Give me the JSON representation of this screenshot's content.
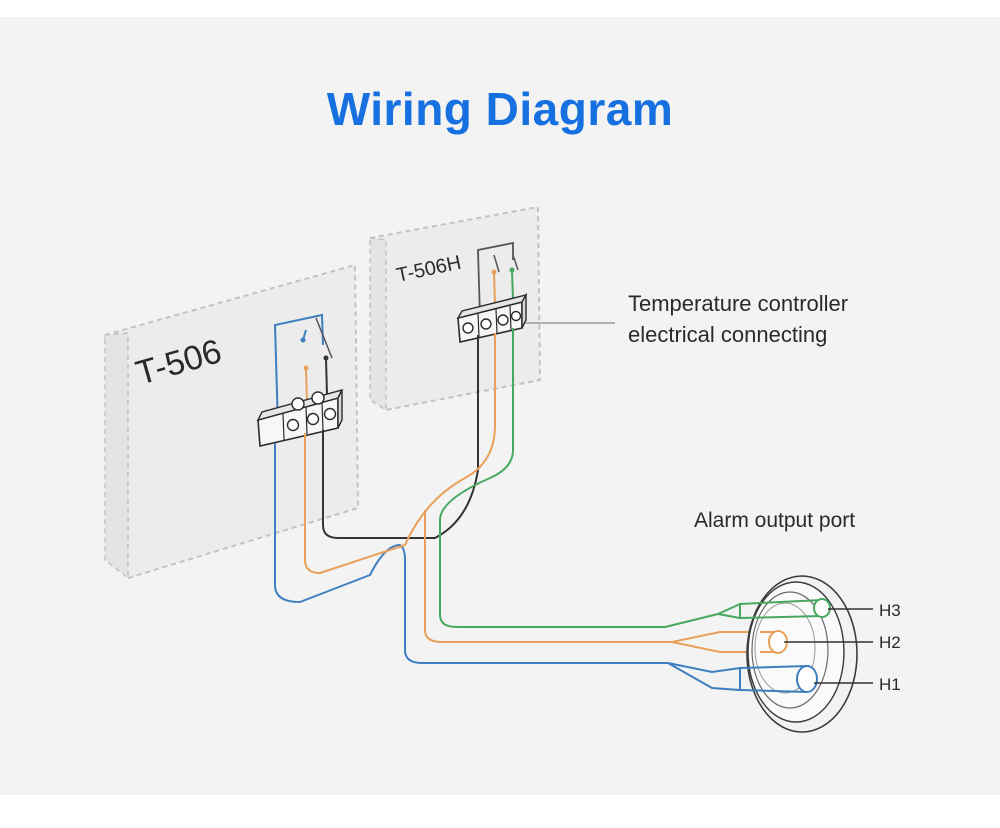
{
  "title": "Wiring Diagram",
  "labels": {
    "t506": "T-506",
    "t506h": "T-506H",
    "controller_line1": "Temperature controller",
    "controller_line2": "electrical connecting",
    "alarm_port": "Alarm output port",
    "h3": "H3",
    "h2": "H2",
    "h1": "H1"
  },
  "colors": {
    "title": "#1670e0",
    "wire_blue": "#3f7fc0",
    "wire_orange": "#e8a05a",
    "wire_green": "#48a860",
    "wire_black": "#333333"
  }
}
